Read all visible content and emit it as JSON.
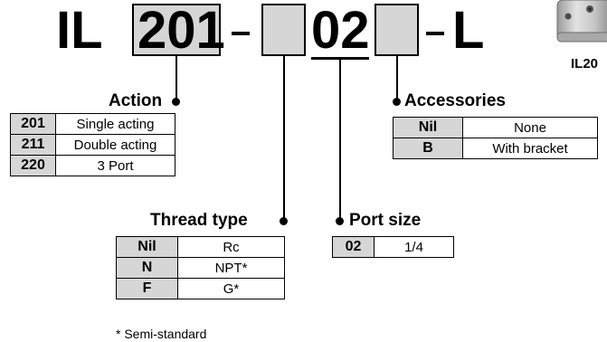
{
  "model_code": {
    "prefix": "IL",
    "action_code": "201",
    "dash1": "-",
    "port_size_code": "02",
    "dash2": "-",
    "suffix": "L"
  },
  "action": {
    "heading": "Action",
    "rows": [
      {
        "code": "201",
        "label": "Single acting"
      },
      {
        "code": "211",
        "label": "Double acting"
      },
      {
        "code": "220",
        "label": "3 Port"
      }
    ]
  },
  "thread_type": {
    "heading": "Thread type",
    "rows": [
      {
        "code": "Nil",
        "label": "Rc"
      },
      {
        "code": "N",
        "label": "NPT*"
      },
      {
        "code": "F",
        "label": "G*"
      }
    ],
    "footnote": "* Semi-standard"
  },
  "port_size": {
    "heading": "Port size",
    "rows": [
      {
        "code": "02",
        "label": "1/4"
      }
    ]
  },
  "accessories": {
    "heading": "Accessories",
    "rows": [
      {
        "code": "Nil",
        "label": "None"
      },
      {
        "code": "B",
        "label": "With bracket"
      }
    ]
  },
  "product_photo": {
    "caption": "IL20"
  },
  "colors": {
    "box_fill": "#d6d6d6",
    "line": "#000000"
  }
}
